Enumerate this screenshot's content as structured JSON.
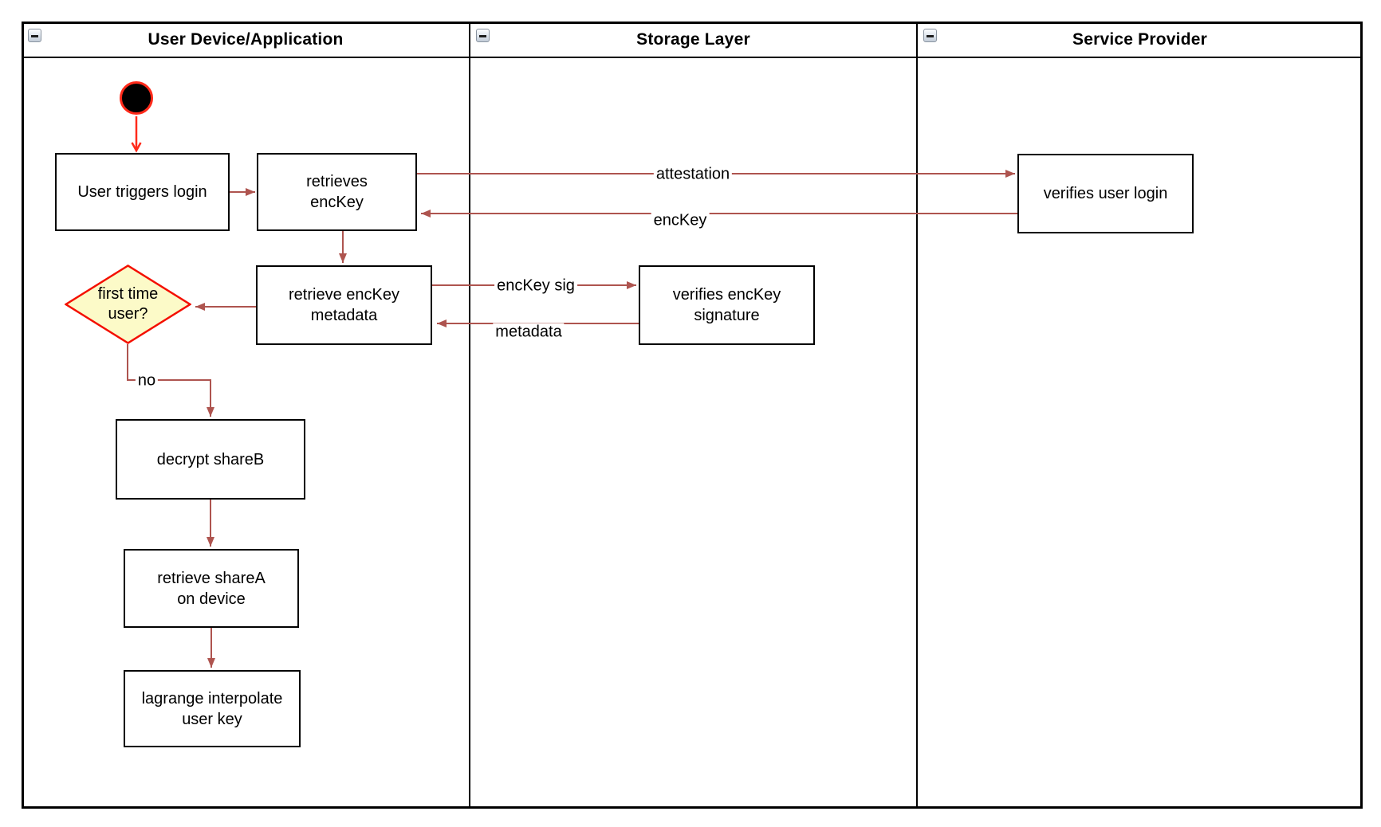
{
  "colors": {
    "arrow": "#AE544F",
    "accent_red": "#FF2A1A",
    "diamond_fill": "#FCFAC8",
    "diamond_border": "#F40F00",
    "node_border": "#000000",
    "node_fill": "#FFFFFF"
  },
  "icons": {
    "lane_collapse": "minus-box"
  },
  "lanes": [
    {
      "title": "User Device/Application"
    },
    {
      "title": "Storage Layer"
    },
    {
      "title": "Service Provider"
    }
  ],
  "nodes": {
    "user_triggers_login": "User triggers login",
    "retrieves_enckey": "retrieves\nencKey",
    "verifies_user_login": "verifies user login",
    "retrieve_enckey_metadata": "retrieve encKey\nmetadata",
    "verifies_enckey_signature": "verifies encKey\nsignature",
    "first_time_user": "first time\nuser?",
    "decrypt_shareb": "decrypt shareB",
    "retrieve_sharea": "retrieve shareA\non device",
    "lagrange_interpolate": "lagrange interpolate\nuser key"
  },
  "edge_labels": {
    "attestation": "attestation",
    "enckey": "encKey",
    "enckey_sig": "encKey sig",
    "metadata": "metadata",
    "no": "no"
  }
}
